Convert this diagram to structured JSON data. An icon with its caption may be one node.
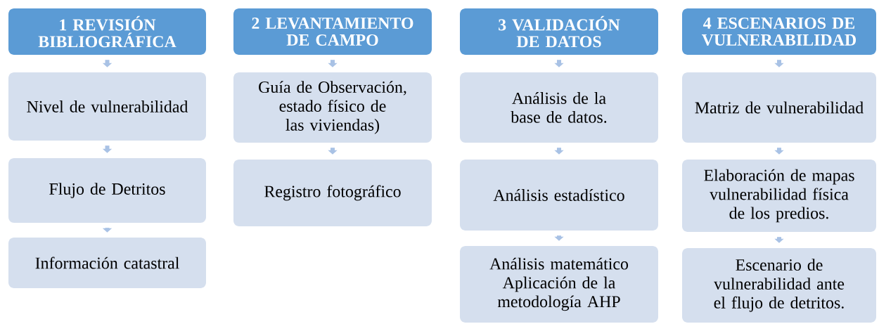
{
  "diagram": {
    "nodes": [
      {
        "text": [
          "1 REVISIÓN BIBLIOGRÁFICA"
        ]
      },
      {
        "text": [
          "Nivel de vulnerabilidad"
        ]
      },
      {
        "text": [
          "Flujo de Detritos"
        ]
      },
      {
        "text": [
          "Información catastral"
        ]
      },
      {
        "text": [
          "2 LEVANTAMIENTO DE CAMPO"
        ]
      },
      {
        "text": [
          "Guía de Observación, estado físico de las viviendas)"
        ]
      },
      {
        "text": [
          "Registro fotográfico"
        ]
      },
      {
        "text": [
          "3 VALIDACIÓN DE DATOS"
        ]
      },
      {
        "text": [
          "Análisis de la base de datos."
        ]
      },
      {
        "text": [
          "Análisis estadístico"
        ]
      },
      {
        "text": [
          "Análisis matemático Aplicación de la metodología AHP"
        ]
      },
      {
        "text": [
          "4 ESCENARIOS DE VULNERABILIDAD"
        ]
      },
      {
        "text": [
          "Matriz de vulnerabilidad"
        ]
      },
      {
        "text": [
          "Elaboración de mapas vulnerabilidad física de los predios."
        ]
      },
      {
        "text": [
          "Escenario de vulnerabilidad ante el flujo de detritos."
        ]
      }
    ],
    "edges": [
      {
        "from": 0,
        "to": 1,
        "arrow": "to"
      },
      {
        "from": 1,
        "to": 2,
        "arrow": "to"
      },
      {
        "from": 2,
        "to": 3,
        "arrow": "to"
      },
      {
        "from": 4,
        "to": 5,
        "arrow": "to"
      },
      {
        "from": 5,
        "to": 6,
        "arrow": "to"
      },
      {
        "from": 7,
        "to": 8,
        "arrow": "to"
      },
      {
        "from": 8,
        "to": 9,
        "arrow": "to"
      },
      {
        "from": 9,
        "to": 10,
        "arrow": "to"
      },
      {
        "from": 11,
        "to": 12,
        "arrow": "to"
      },
      {
        "from": 12,
        "to": 13,
        "arrow": "to"
      },
      {
        "from": 13,
        "to": 14,
        "arrow": "to"
      }
    ]
  }
}
